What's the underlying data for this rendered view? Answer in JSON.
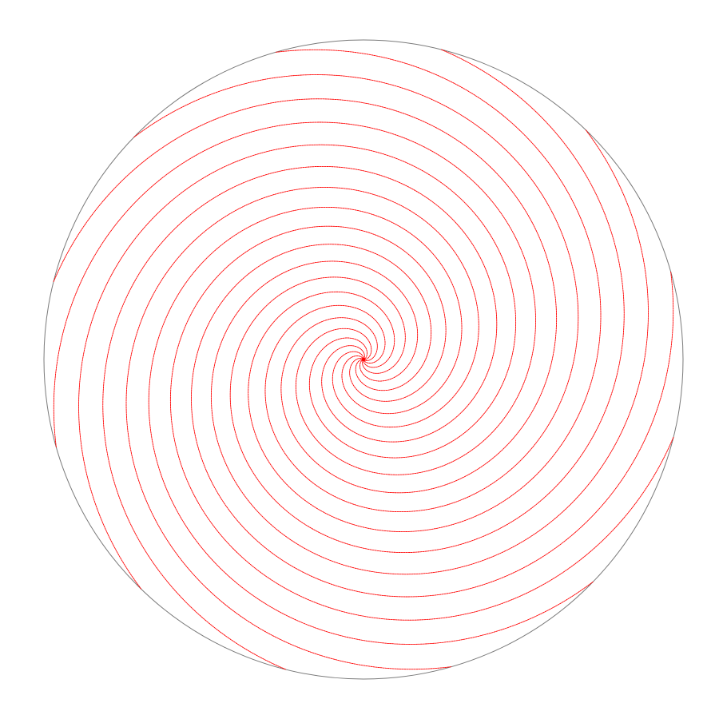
{
  "diagram": {
    "type": "spiral-streamlines",
    "colors": {
      "boundary": "#7a7a7a",
      "spiral": "#ff0000",
      "background": "#ffffff"
    },
    "spirals": {
      "arms": 12,
      "rotation": "counter-clockwise",
      "style": "dotted"
    }
  }
}
